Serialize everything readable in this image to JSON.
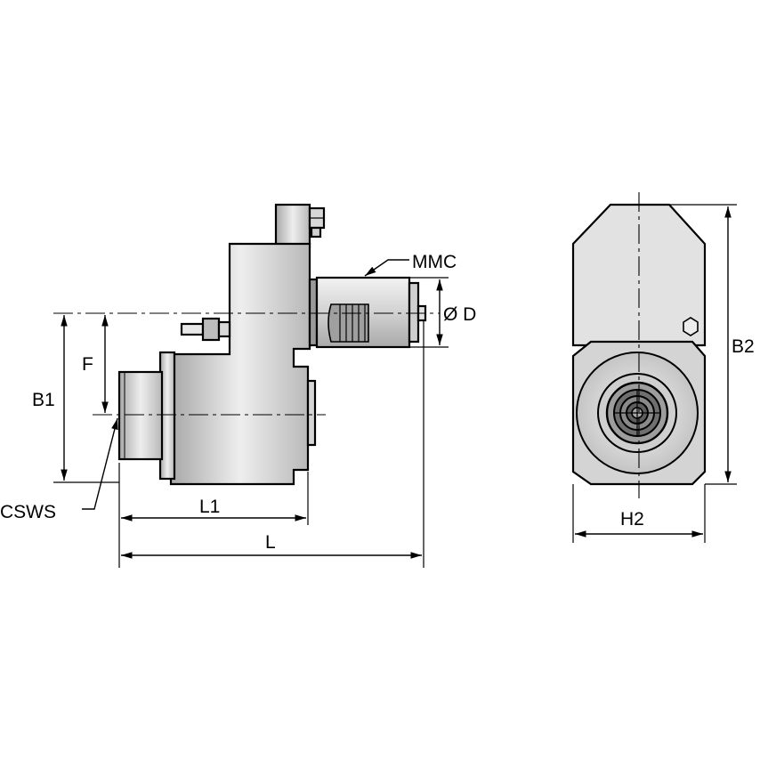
{
  "labels": {
    "mmc": "MMC",
    "d": "Ø D",
    "f": "F",
    "b1": "B1",
    "cswS": "CSWS",
    "l1": "L1",
    "l": "L",
    "b2": "B2",
    "h2": "H2"
  },
  "colors": {
    "part_light": "#e6e6e6",
    "part_mid": "#bdbdbd",
    "part_dark": "#8c8c8c",
    "line": "#000000"
  }
}
